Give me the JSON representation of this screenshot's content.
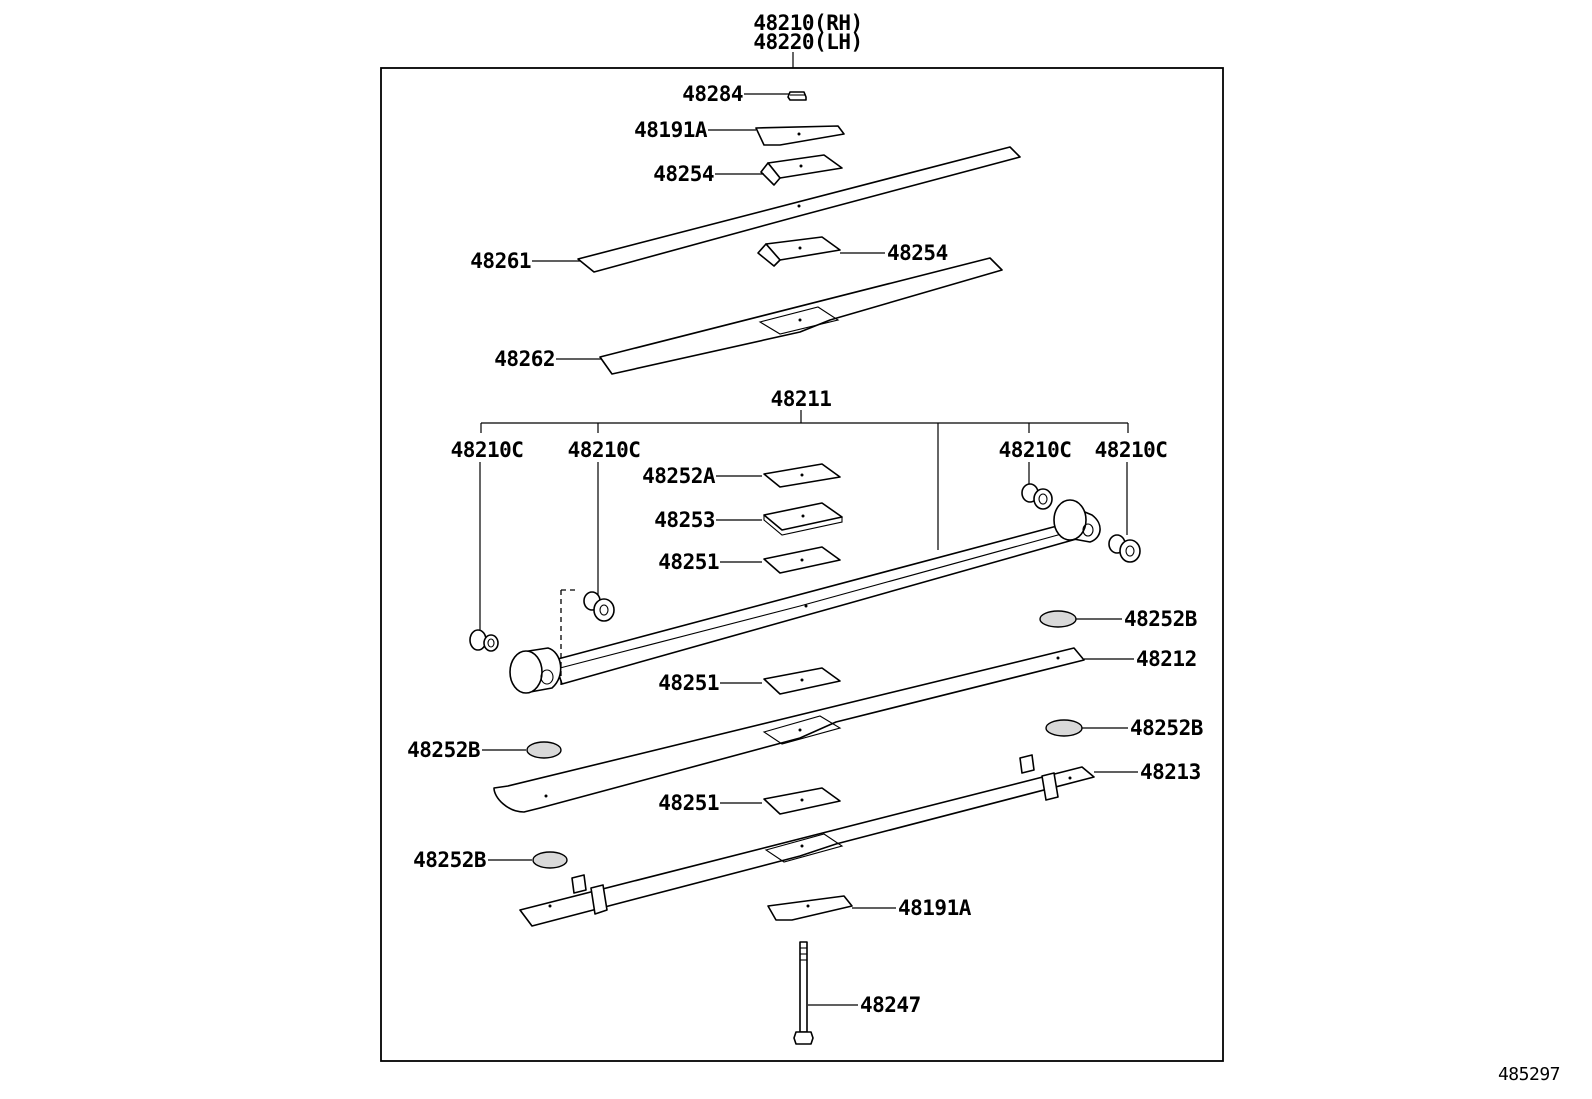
{
  "diagram": {
    "assembly_labels": [
      "48210(RH)",
      "48220(LH)"
    ],
    "sub_assembly_label": "48211",
    "figure_number": "485297",
    "parts": {
      "p48284": "48284",
      "p48191A_top": "48191A",
      "p48254_top": "48254",
      "p48261": "48261",
      "p48254_mid": "48254",
      "p48262": "48262",
      "p48210C_1": "48210C",
      "p48210C_2": "48210C",
      "p48210C_3": "48210C",
      "p48210C_4": "48210C",
      "p48252A": "48252A",
      "p48253": "48253",
      "p48251_a": "48251",
      "p48252B_a": "48252B",
      "p48212": "48212",
      "p48251_b": "48251",
      "p48252B_b": "48252B",
      "p48252B_c": "48252B",
      "p48213": "48213",
      "p48251_c": "48251",
      "p48252B_d": "48252B",
      "p48191A_bot": "48191A",
      "p48247": "48247"
    }
  }
}
